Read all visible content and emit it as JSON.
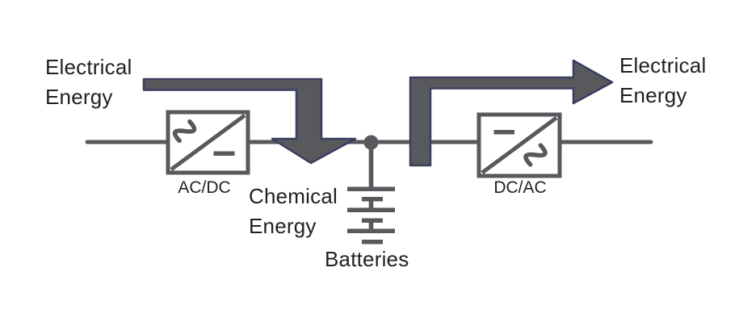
{
  "diagram": {
    "labels": {
      "input_electrical_energy": "Electrical\nEnergy",
      "output_electrical_energy": "Electrical\nEnergy",
      "chemical_energy": "Chemical\nEnergy",
      "batteries": "Batteries",
      "ac_dc_converter": "AC/DC",
      "dc_ac_converter": "DC/AC"
    },
    "icons": {
      "ac_symbol": "sine-wave-icon",
      "dc_symbol": "dash-icon",
      "battery_symbol": "battery-cells-icon",
      "charge_flow": "down-arrow",
      "discharge_flow": "right-arrow",
      "junction": "junction-node-dot"
    },
    "colors": {
      "wire_gray": "#58595D",
      "arrow_fill": "#58595D",
      "arrow_outline": "#3B3D5F",
      "text": "#231F20",
      "background": "#FFFFFF"
    }
  }
}
